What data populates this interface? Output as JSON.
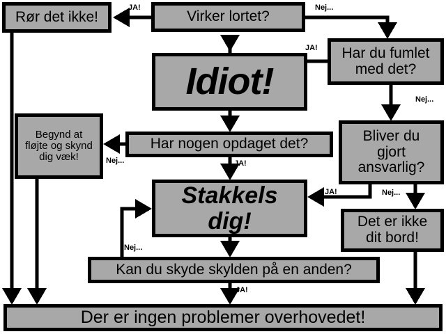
{
  "diagram": {
    "title": "Der er ingen problemer overhovedet!",
    "language": "Danish",
    "colors": {
      "node_fill": "#a8a8a8",
      "node_border": "#000000",
      "background": "#ffffff",
      "text": "#000000"
    }
  },
  "nodes": {
    "ror_det_ikke": {
      "label": "Rør det ikke!"
    },
    "virker_lortet": {
      "label": "Virker lortet?"
    },
    "har_du_fumlet": {
      "label": "Har du fumlet\nmed det?"
    },
    "idiot": {
      "label": "Idiot!"
    },
    "bliver_du_gjort": {
      "label": "Bliver du\ngjort\nansvarlig?"
    },
    "begynd_at_flojte": {
      "label": "Begynd at\nfløjte og skynd\ndig væk!"
    },
    "har_nogen_opdaget": {
      "label": "Har nogen opdaget det?"
    },
    "stakkels_dig": {
      "label": "Stakkels\ndig!"
    },
    "det_er_ikke": {
      "label": "Det er ikke\ndit bord!"
    },
    "kan_du_skyde": {
      "label": "Kan du skyde skylden på en anden?"
    },
    "ingen_problemer": {
      "label": "Der er ingen problemer overhovedet!"
    }
  },
  "edges": [
    {
      "id": "virker-ja",
      "label": "JA!",
      "from": "virker_lortet",
      "to": "ror_det_ikke"
    },
    {
      "id": "virker-nej",
      "label": "Nej...",
      "from": "virker_lortet",
      "to": "har_du_fumlet"
    },
    {
      "id": "fumlet-ja",
      "label": "JA!",
      "from": "har_du_fumlet",
      "to": "idiot"
    },
    {
      "id": "fumlet-nej",
      "label": "Nej...",
      "from": "har_du_fumlet",
      "to": "bliver_du_gjort"
    },
    {
      "id": "opdaget-nej",
      "label": "Nej...",
      "from": "har_nogen_opdaget",
      "to": "begynd_at_flojte"
    },
    {
      "id": "opdaget-ja",
      "label": "JA!",
      "from": "har_nogen_opdaget",
      "to": "stakkels_dig"
    },
    {
      "id": "ansvarlig-ja",
      "label": "JA!",
      "from": "bliver_du_gjort",
      "to": "stakkels_dig"
    },
    {
      "id": "ansvarlig-nej",
      "label": "Nej...",
      "from": "bliver_du_gjort",
      "to": "det_er_ikke"
    },
    {
      "id": "skyde-nej",
      "label": "Nej...",
      "from": "kan_du_skyde",
      "to": "stakkels_dig"
    },
    {
      "id": "skyde-ja",
      "label": "JA!",
      "from": "kan_du_skyde",
      "to": "ingen_problemer"
    }
  ]
}
